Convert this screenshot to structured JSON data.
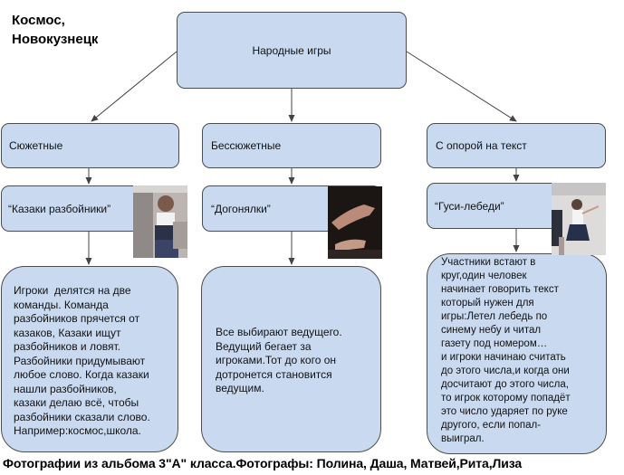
{
  "title": "Космос,\nНовокузнецк",
  "root": "Народные игры",
  "categories": [
    "Сюжетные",
    "Бессюжетные",
    "С опорой на текст"
  ],
  "games": [
    "“Казаки разбойники”",
    "“Догонялки”",
    "“Гуси-лебеди”"
  ],
  "descriptions": [
    "Игроки  делятся на две\nкоманды. Команда\nразбойников прячется от\nказаков, Казаки ищут\nразбойников и ловят.\nРазбойники придумывают\nлюбое слово. Когда казаки\nнашли разбойников,\nказаки делаю всё, чтобы\nразбойники сказали слово.\nНапример:космос,школа.",
    "Все выбирают ведущего.\nВедущий бегает за\nигроками.Тот до кого он\nдотронется становится\nведущим.",
    "Участники встают в\nкруг,один человек\nначинает говорить текст\nкоторый нужен для\nигры:Летел лебедь по\nсинему небу и читал\nгазету под номером…\nи игроки начинаю считать\nдо этого числа,и когда они\nдосчитают до этого числа,\nто игрок которому попадёт\nэто число ударяет по руке\nдругого, если попал-\nвыиграл."
  ],
  "caption": "Фотографии из альбома 3\"А\" класса.Фотографы: Полина, Даша, Матвей,Рита,Лиза",
  "colors": {
    "box_fill": "#c9daf0",
    "box_border": "#4d4d4d",
    "connector": "#444444"
  }
}
